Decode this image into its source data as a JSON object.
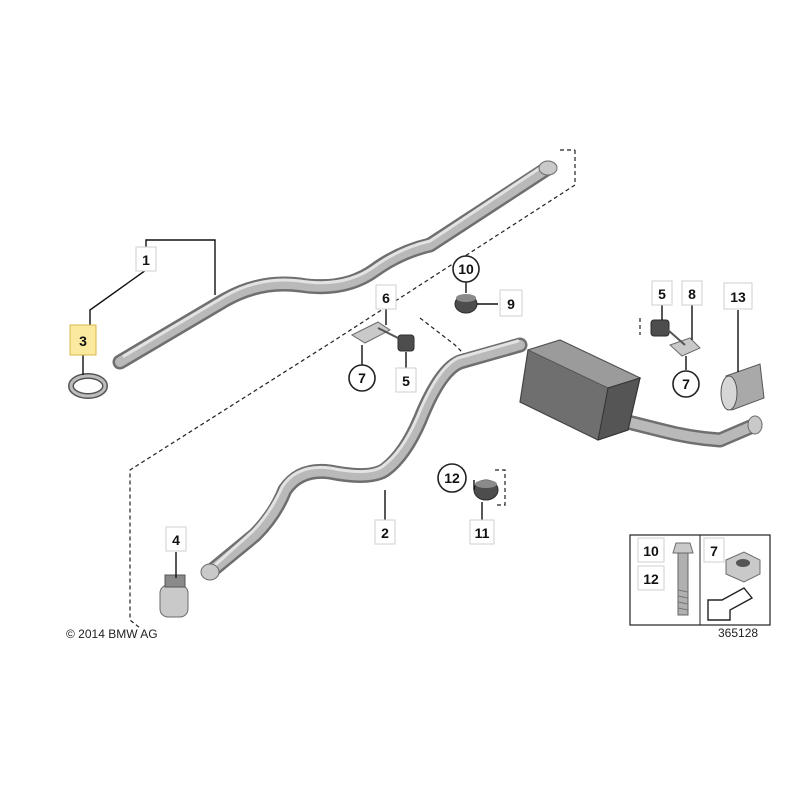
{
  "copyright": "© 2014 BMW AG",
  "diagram_id": "365128",
  "callouts": {
    "p1": "1",
    "p2": "2",
    "p3": "3",
    "p4": "4",
    "p5a": "5",
    "p5b": "5",
    "p6": "6",
    "p7a": "7",
    "p7b": "7",
    "p8": "8",
    "p9": "9",
    "p10": "10",
    "p11": "11",
    "p12": "12",
    "p13": "13"
  },
  "legend": {
    "bolt_top": "10",
    "bolt_bottom": "12",
    "nut": "7"
  },
  "highlight_color": "#fbe9a0"
}
